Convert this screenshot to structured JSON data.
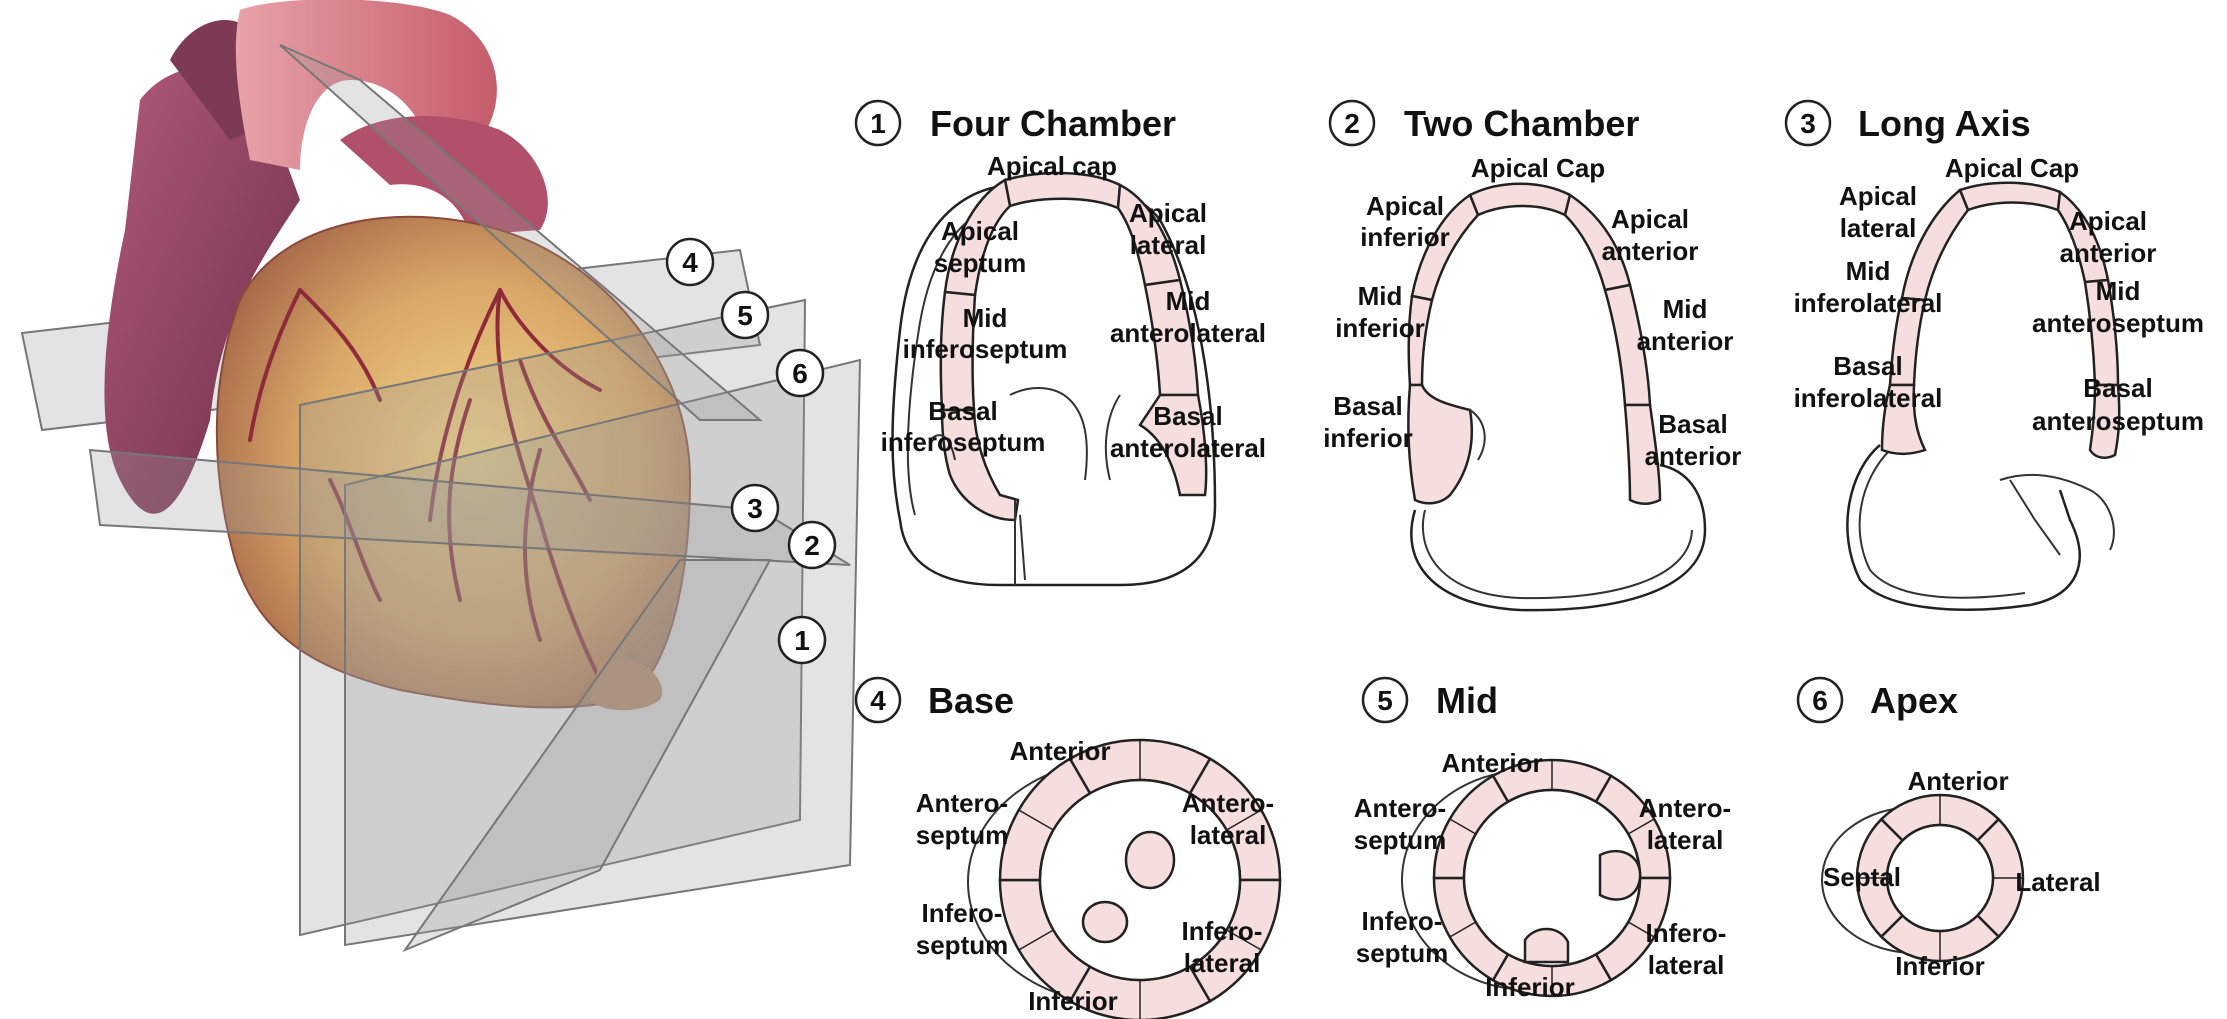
{
  "colors": {
    "segment_fill": "#f6dede",
    "outline": "#222222",
    "heart_muscle": "#c98a5a",
    "heart_vessel": "#8e2a3a",
    "plane": "#9a9a9a"
  },
  "heart": {
    "plane_numbers": [
      "1",
      "2",
      "3",
      "4",
      "5",
      "6"
    ]
  },
  "views": {
    "four_chamber": {
      "number": "1",
      "title": "Four Chamber",
      "labels": {
        "apical_cap": "Apical cap",
        "apical_septum": [
          "Apical",
          "septum"
        ],
        "apical_lateral": [
          "Apical",
          "lateral"
        ],
        "mid_inferoseptum": [
          "Mid",
          "inferoseptum"
        ],
        "mid_anterolateral": [
          "Mid",
          "anterolateral"
        ],
        "basal_inferoseptum": [
          "Basal",
          "inferoseptum"
        ],
        "basal_anterolateral": [
          "Basal",
          "anterolateral"
        ]
      }
    },
    "two_chamber": {
      "number": "2",
      "title": "Two Chamber",
      "labels": {
        "apical_cap": "Apical Cap",
        "apical_inferior": [
          "Apical",
          "inferior"
        ],
        "apical_anterior": [
          "Apical",
          "anterior"
        ],
        "mid_inferior": [
          "Mid",
          "inferior"
        ],
        "mid_anterior": [
          "Mid",
          "anterior"
        ],
        "basal_inferior": [
          "Basal",
          "inferior"
        ],
        "basal_anterior": [
          "Basal",
          "anterior"
        ]
      }
    },
    "long_axis": {
      "number": "3",
      "title": "Long Axis",
      "labels": {
        "apical_cap": "Apical Cap",
        "apical_lateral": [
          "Apical",
          "lateral"
        ],
        "apical_anterior": [
          "Apical",
          "anterior"
        ],
        "mid_inferolateral": [
          "Mid",
          "inferolateral"
        ],
        "mid_anteroseptum": [
          "Mid",
          "anteroseptum"
        ],
        "basal_inferolateral": [
          "Basal",
          "inferolateral"
        ],
        "basal_anteroseptum": [
          "Basal",
          "anteroseptum"
        ]
      }
    },
    "base": {
      "number": "4",
      "title": "Base",
      "labels": {
        "anterior": "Anterior",
        "anteroseptum": [
          "Antero-",
          "septum"
        ],
        "anterolateral": [
          "Antero-",
          "lateral"
        ],
        "inferoseptum": [
          "Infero-",
          "septum"
        ],
        "inferolateral": [
          "Infero-",
          "lateral"
        ],
        "inferior": "Inferior"
      }
    },
    "mid": {
      "number": "5",
      "title": "Mid",
      "labels": {
        "anterior": "Anterior",
        "anteroseptum": [
          "Antero-",
          "septum"
        ],
        "anterolateral": [
          "Antero-",
          "lateral"
        ],
        "inferoseptum": [
          "Infero-",
          "septum"
        ],
        "inferolateral": [
          "Infero-",
          "lateral"
        ],
        "inferior": "Inferior"
      }
    },
    "apex": {
      "number": "6",
      "title": "Apex",
      "labels": {
        "anterior": "Anterior",
        "septal": "Septal",
        "lateral": "Lateral",
        "inferior": "Inferior"
      }
    }
  }
}
